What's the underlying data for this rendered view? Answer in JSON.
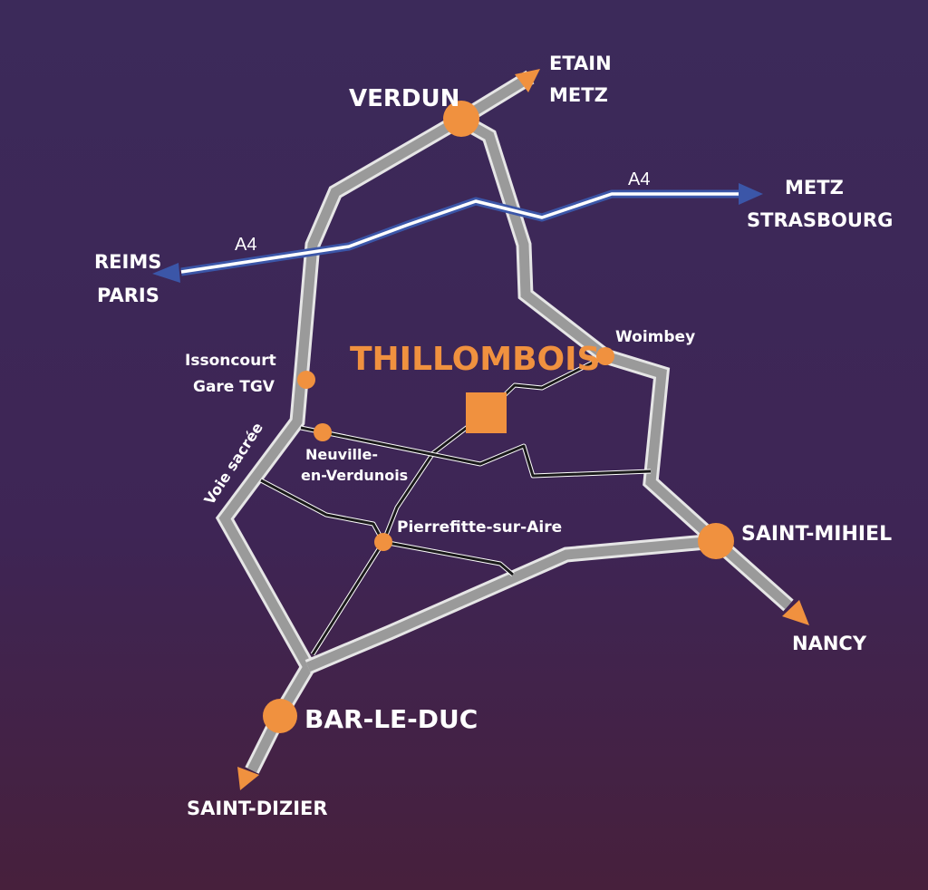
{
  "colors": {
    "background_top": "#3c2a5a",
    "background_bottom": "#44203d",
    "accent": "#f0913f",
    "road": "#9a9a9a",
    "highway": "#3b56a8",
    "text": "#ffffff"
  },
  "map": {
    "title": "THILLOMBOIS",
    "cities": {
      "verdun": "VERDUN",
      "bar_le_duc": "BAR-LE-DUC",
      "saint_mihiel": "SAINT-MIHIEL"
    },
    "villages": {
      "woimbey": "Woimbey",
      "issoncourt_1": "Issoncourt",
      "issoncourt_2": "Gare TGV",
      "neuville_1": "Neuville-",
      "neuville_2": "en-Verdunois",
      "pierrefitte": "Pierrefitte-sur-Aire"
    },
    "road_names": {
      "voie_sacree": "Voie sacrée",
      "a4_west": "A4",
      "a4_east": "A4"
    },
    "destinations": {
      "etain": "ETAIN",
      "metz_north": "METZ",
      "metz_east": "METZ",
      "strasbourg": "STRASBOURG",
      "reims": "REIMS",
      "paris": "PARIS",
      "nancy": "NANCY",
      "saint_dizier": "SAINT-DIZIER"
    }
  }
}
